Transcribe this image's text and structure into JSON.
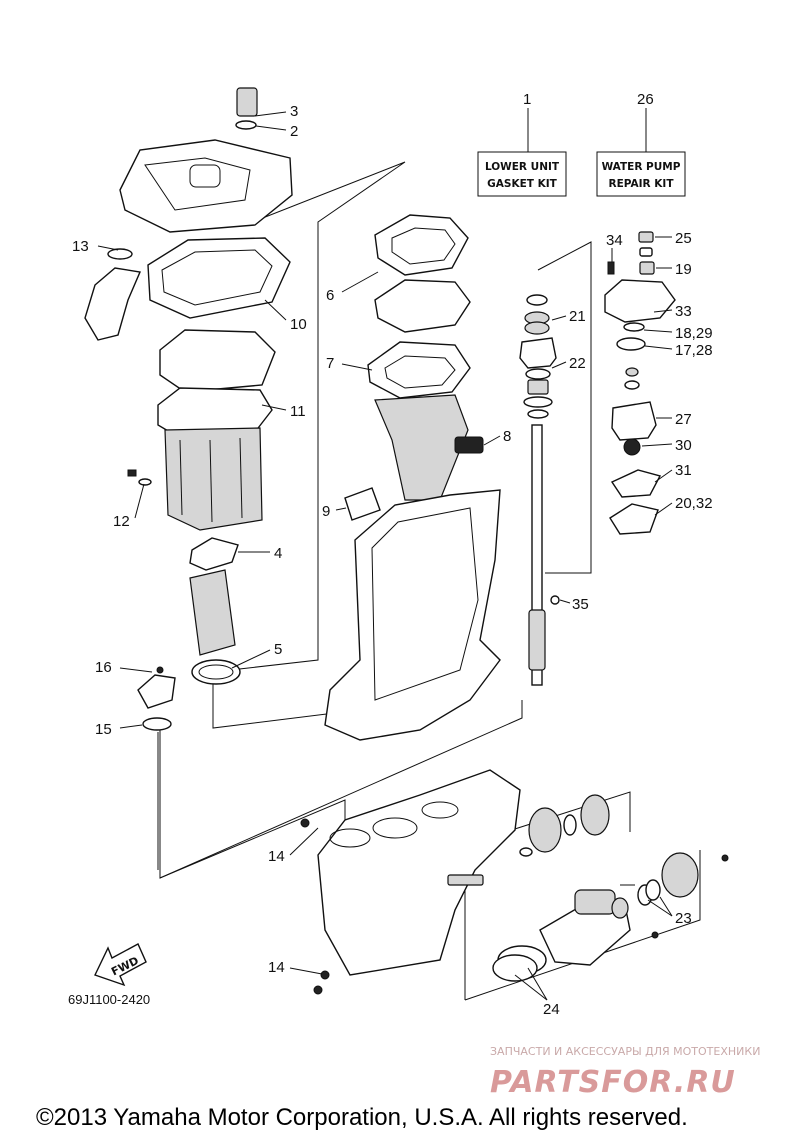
{
  "kits": [
    {
      "number": "1",
      "line1": "LOWER UNIT",
      "line2": "GASKET KIT"
    },
    {
      "number": "26",
      "line1": "WATER PUMP",
      "line2": "REPAIR KIT"
    }
  ],
  "callouts": {
    "c3": "3",
    "c2": "2",
    "c13": "13",
    "c10": "10",
    "c11": "11",
    "c12": "12",
    "c4": "4",
    "c5": "5",
    "c16": "16",
    "c15": "15",
    "c6": "6",
    "c7": "7",
    "c8": "8",
    "c9": "9",
    "c25": "25",
    "c34": "34",
    "c19": "19",
    "c21": "21",
    "c33": "33",
    "c1829": "18,29",
    "c1728": "17,28",
    "c22": "22",
    "c27": "27",
    "c30": "30",
    "c31": "31",
    "c2032": "20,32",
    "c35": "35",
    "c14a": "14",
    "c14b": "14",
    "c23": "23",
    "c24": "24"
  },
  "fwd_label": "FWD",
  "diagram_ref": "69J1100-2420",
  "watermark": {
    "line1": "ЗАПЧАСТИ И АКСЕССУАРЫ ДЛЯ МОТОТЕХНИКИ",
    "line2": "PARTSFOR.RU"
  },
  "copyright": "©2013 Yamaha Motor Corporation, U.S.A. All rights reserved."
}
